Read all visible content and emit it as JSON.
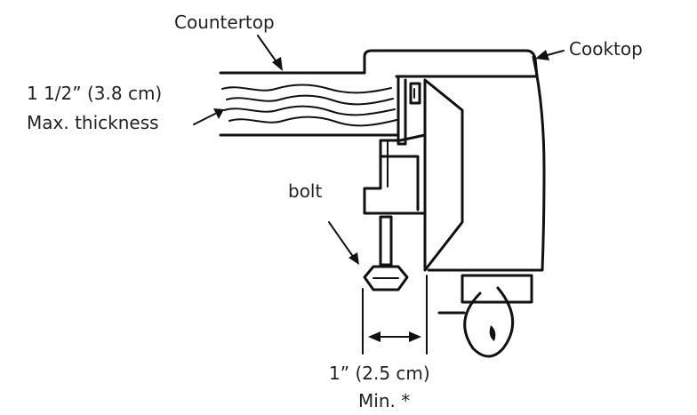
{
  "labels": {
    "countertop": "Countertop",
    "cooktop": "Cooktop",
    "thickness_line1": "1 1/2” (3.8 cm)",
    "thickness_line2": "Max. thickness",
    "bolt": "bolt",
    "clearance_line1": "1” (2.5 cm)",
    "clearance_line2": "Min. *"
  }
}
